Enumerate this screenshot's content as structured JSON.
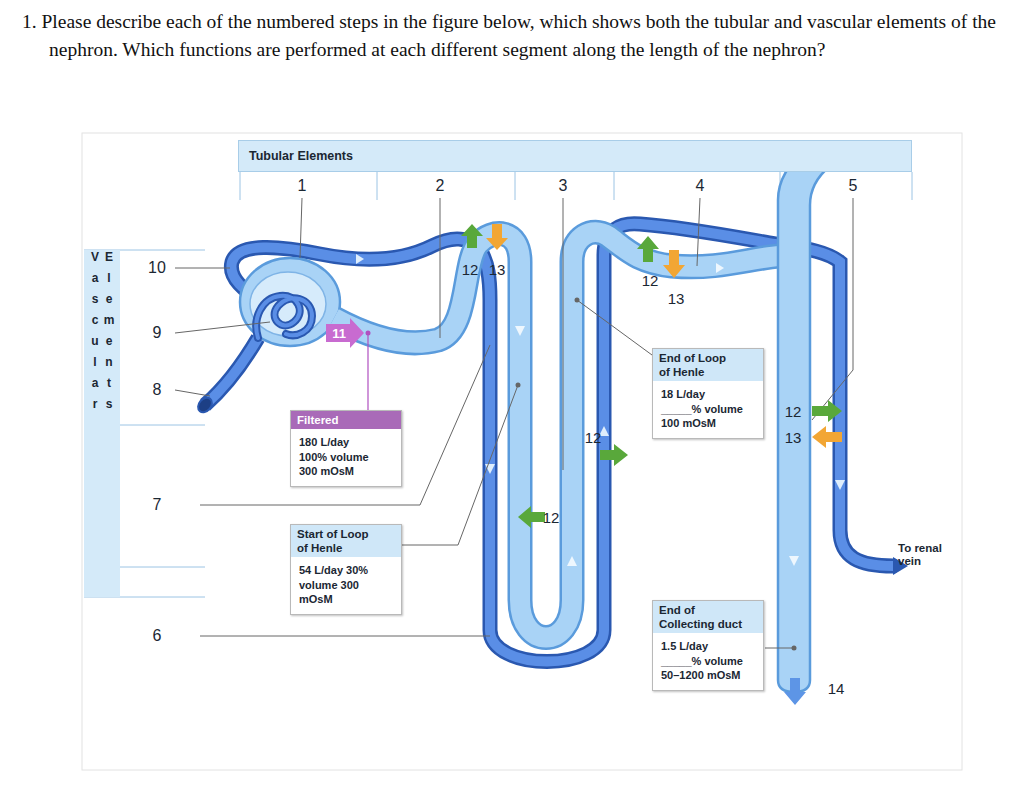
{
  "diagram": {
    "title": "1. Please describe each of the numbered steps in the figure below, which shows both the tubular and vascular elements of the nephron. Which functions are performed at each different segment along the length of the nephron?",
    "nodes": [
      {
        "text": [
          "Tubular Elements"
        ]
      },
      {
        "text": [
          "Vascular Elements"
        ]
      },
      {
        "text": [
          "Filtered",
          "180 L/day 100% volume 300 mOsM"
        ]
      },
      {
        "text": [
          "Start of Loop of Henle",
          "54 L/day 30% volume 300 mOsM"
        ]
      },
      {
        "text": [
          "End of Loop of Henle",
          "18 L/day _____% volume 100 mOsM"
        ]
      },
      {
        "text": [
          "End of Collecting duct",
          "1.5 L/day _____% volume 50–1200 mOsM"
        ]
      }
    ],
    "labels": [
      "1",
      "2",
      "3",
      "4",
      "5",
      "10",
      "9",
      "8",
      "7",
      "6",
      "11",
      "12",
      "13",
      "12",
      "13",
      "12",
      "12",
      "12",
      "13",
      "14",
      "To renal vein"
    ]
  }
}
